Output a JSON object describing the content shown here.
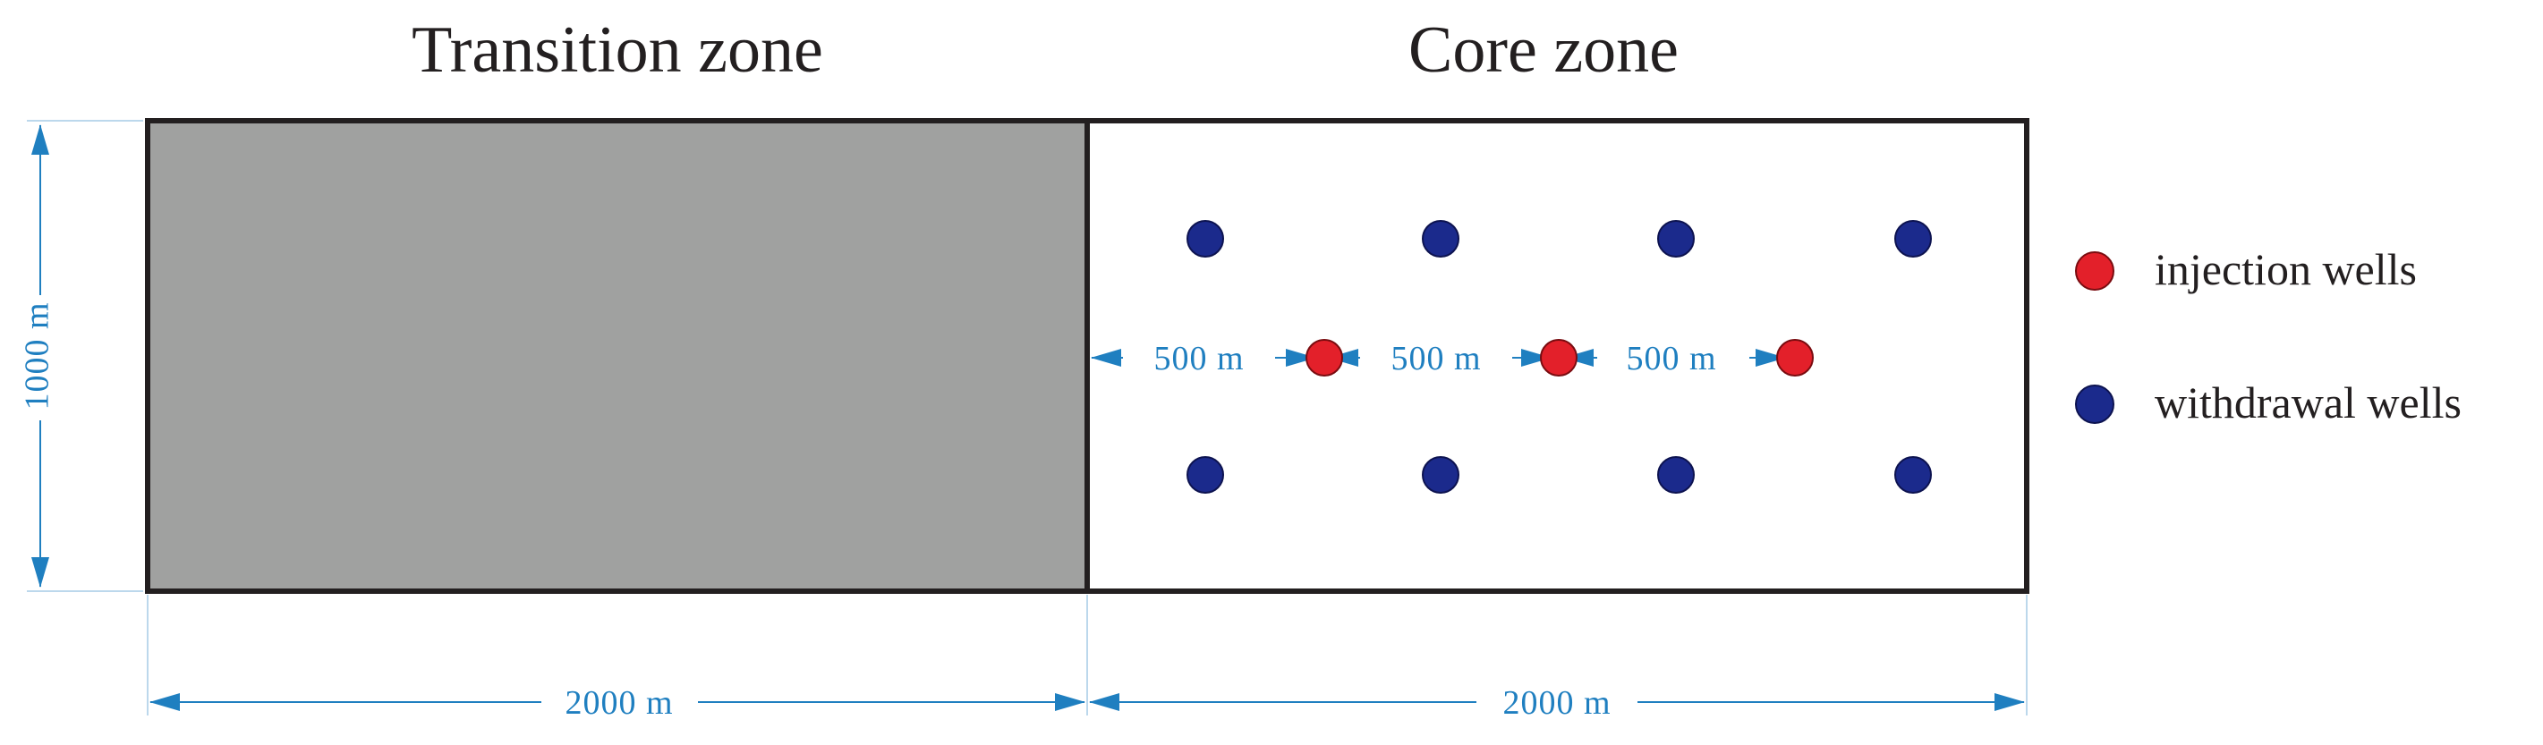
{
  "zones": {
    "transition_title": "Transition zone",
    "core_title": "Core zone"
  },
  "dimensions": {
    "height_label": "1000 m",
    "transition_width_label": "2000 m",
    "core_width_label": "2000 m",
    "spacing_labels": [
      "500 m",
      "500 m",
      "500 m"
    ]
  },
  "legend": {
    "injection_label": "injection  wells",
    "withdrawal_label": "withdrawal  wells"
  },
  "colors": {
    "transition_fill": "#a0a1a0",
    "core_fill": "#ffffff",
    "border": "#231f20",
    "dimension": "#1f7fc0",
    "injection": "#e3202a",
    "withdrawal": "#1b2a8c"
  },
  "wells": {
    "withdrawal_count_per_row": 4,
    "injection_count": 3
  }
}
